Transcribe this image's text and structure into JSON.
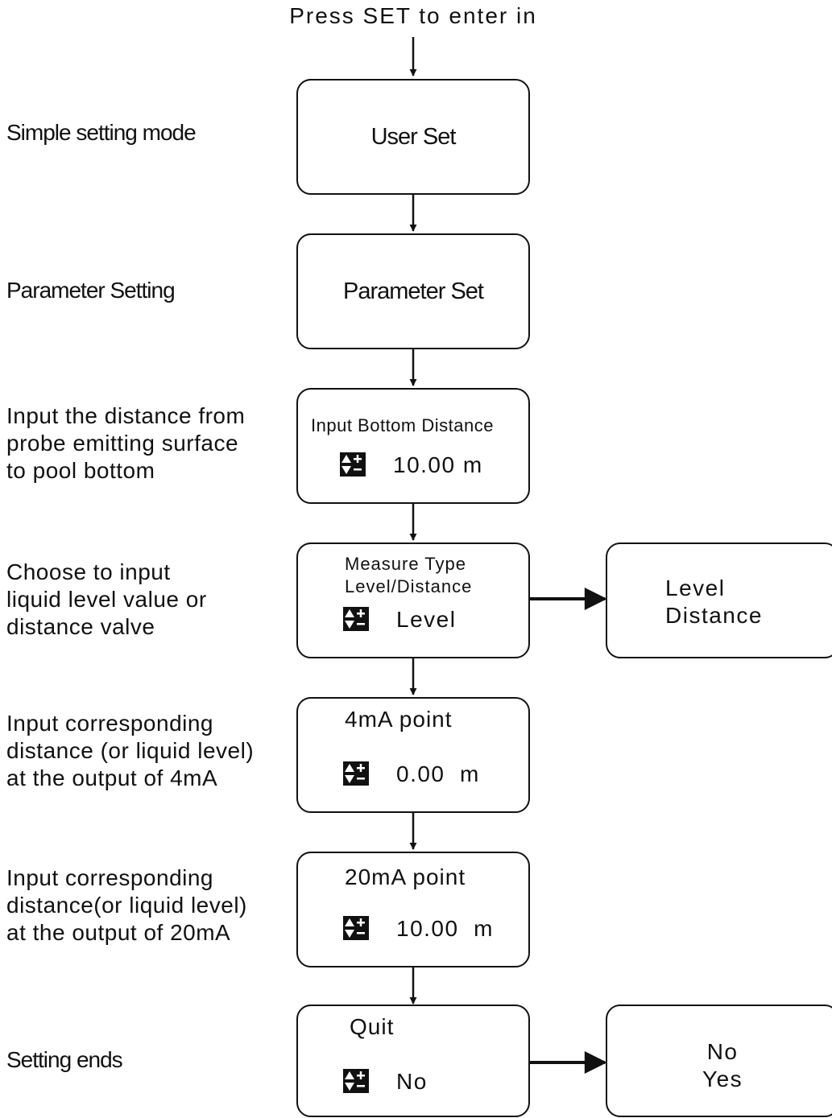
{
  "entry": {
    "label": "Press SET to enter in"
  },
  "steps": [
    {
      "id": "user-set",
      "description": "Simple setting mode",
      "box_title": "User Set"
    },
    {
      "id": "parameter-set",
      "description": "Parameter Setting",
      "box_title": "Parameter Set"
    },
    {
      "id": "bottom-distance",
      "description": "Input the distance from\nprobe emitting surface\nto pool bottom",
      "box_heading": "Input Bottom Distance",
      "value": "10.00 m",
      "icon": "plus-minus-adjust-icon"
    },
    {
      "id": "measure-type",
      "description": "Choose to input\nliquid level value or\ndistance valve",
      "box_heading_1": "Measure Type",
      "box_heading_2": "Level/Distance",
      "value": "Level",
      "icon": "plus-minus-adjust-icon",
      "options": "Level\nDistance"
    },
    {
      "id": "point-4ma",
      "description": "Input corresponding\ndistance (or liquid level)\nat the output of 4mA",
      "box_heading": "4mA point",
      "value": "0.00  m",
      "icon": "plus-minus-adjust-icon"
    },
    {
      "id": "point-20ma",
      "description": "Input corresponding\ndistance(or liquid level)\nat the output of 20mA",
      "box_heading": "20mA point",
      "value": "10.00  m",
      "icon": "plus-minus-adjust-icon"
    },
    {
      "id": "quit",
      "description": "Setting ends",
      "box_heading": "Quit",
      "value": "No",
      "icon": "plus-minus-adjust-icon",
      "options": "No\nYes"
    }
  ],
  "colors": {
    "ink": "#111111",
    "background": "#ffffff"
  }
}
